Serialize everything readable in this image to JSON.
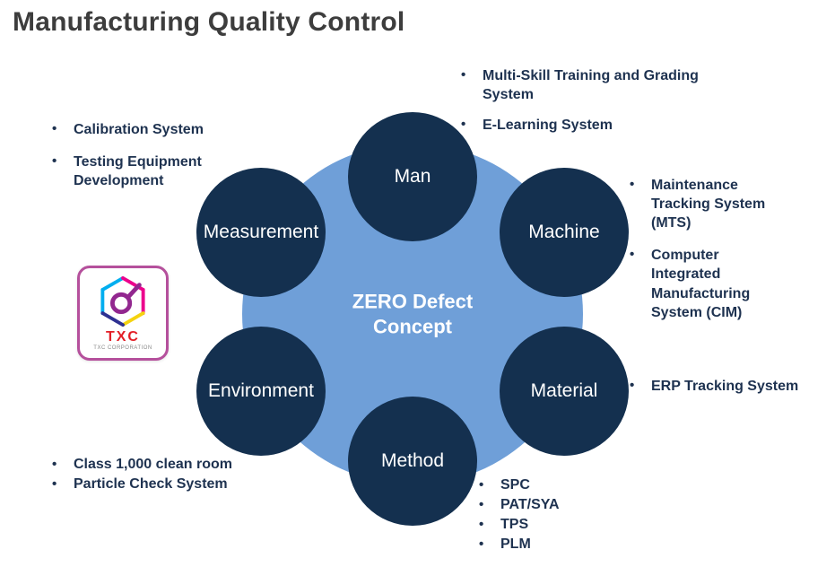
{
  "title": "Manufacturing Quality Control",
  "center": {
    "line1": "ZERO Defect",
    "line2": "Concept"
  },
  "circles": {
    "man": "Man",
    "machine": "Machine",
    "material": "Material",
    "method": "Method",
    "environment": "Environment",
    "measurement": "Measurement"
  },
  "bullets": {
    "man": [
      "Multi-Skill Training and Grading System",
      "E-Learning System"
    ],
    "machine": [
      "Maintenance Tracking System (MTS)",
      "Computer Integrated Manufacturing System (CIM)"
    ],
    "material": [
      "ERP Tracking System"
    ],
    "method": [
      "SPC",
      "PAT/SYA",
      "TPS",
      "PLM"
    ],
    "environment": [
      "Class 1,000 clean room",
      "Particle Check System"
    ],
    "measurement": [
      "Calibration System",
      "Testing Equipment Development"
    ]
  },
  "logo": {
    "name": "TXC",
    "caption": "TXC CORPORATION"
  },
  "colors": {
    "title_text": "#3d3d3d",
    "hub_blue": "#6f9fd8",
    "node_navy": "#14304f",
    "bullet_text": "#1e3250",
    "logo_red": "#e31e26",
    "logo_border": "#b5509c"
  }
}
